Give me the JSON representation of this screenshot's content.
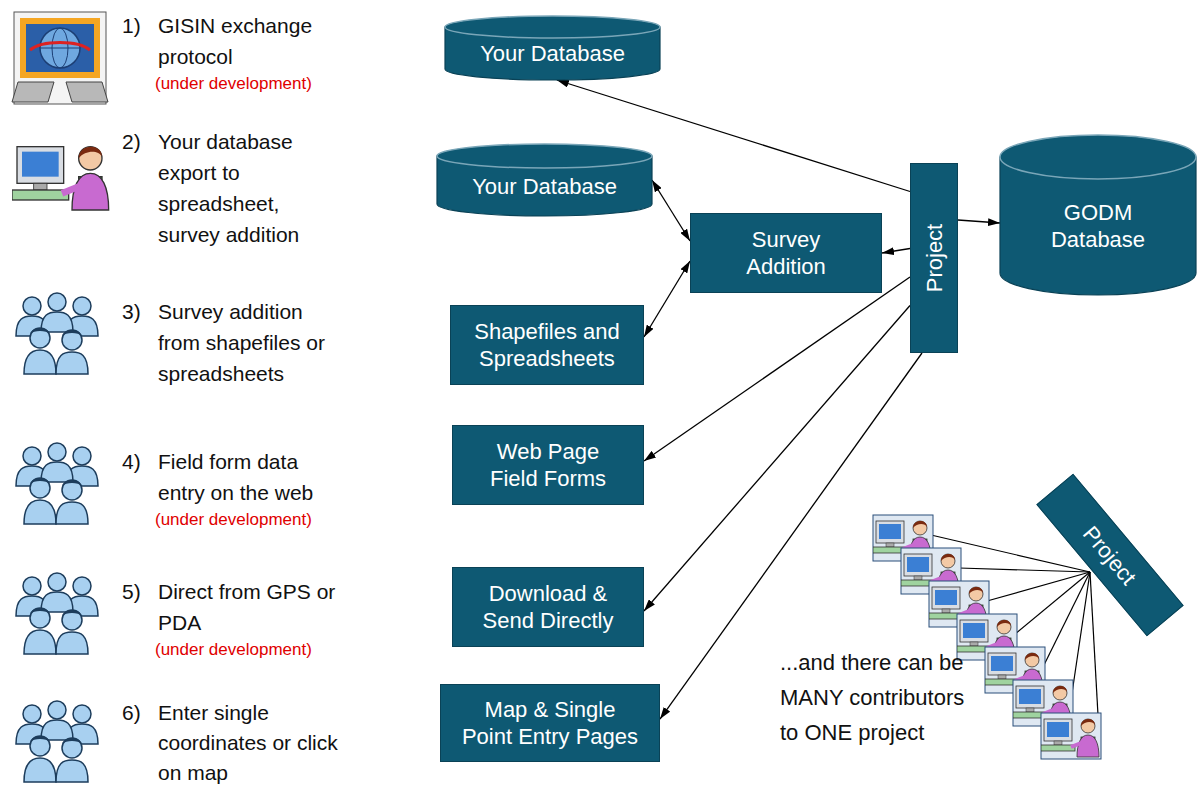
{
  "diagram": {
    "nodes": [
      {
        "text": [
          "Your Database"
        ]
      },
      {
        "text": [
          "Your Database"
        ]
      },
      {
        "text": [
          "Survey Addition"
        ]
      },
      {
        "text": [
          "Project"
        ]
      },
      {
        "text": [
          "GODM Database"
        ]
      },
      {
        "text": [
          "Shapefiles and Spreadsheets"
        ]
      },
      {
        "text": [
          "Web Page Field Forms"
        ]
      },
      {
        "text": [
          "Download & Send Directly"
        ]
      },
      {
        "text": [
          "Map & Single Point Entry Pages"
        ]
      },
      {
        "text": [
          "Project"
        ]
      }
    ],
    "edges": [
      {
        "from": 3,
        "to": 0,
        "arrow": "to"
      },
      {
        "from": 3,
        "to": 2,
        "arrow": "to"
      },
      {
        "from": 1,
        "to": 2,
        "arrow": "both"
      },
      {
        "from": 5,
        "to": 2,
        "arrow": "both"
      },
      {
        "from": 3,
        "to": 6,
        "arrow": "to"
      },
      {
        "from": 3,
        "to": 7,
        "arrow": "to"
      },
      {
        "from": 3,
        "to": 8,
        "arrow": "to"
      },
      {
        "from": 3,
        "to": 4,
        "arrow": "to"
      }
    ],
    "labels": [
      "1)",
      "GISIN exchange protocol",
      "(under development)",
      "2)",
      "Your database export to spreadsheet, survey addition",
      "3)",
      "Survey addition from shapefiles or spreadsheets",
      "4)",
      "Field form data entry on the web",
      "(under development)",
      "5)",
      "Direct from GPS or PDA",
      "(under development)",
      "6)",
      "Enter single coordinates or click on map",
      "...and there can be MANY contributors to ONE project"
    ]
  }
}
